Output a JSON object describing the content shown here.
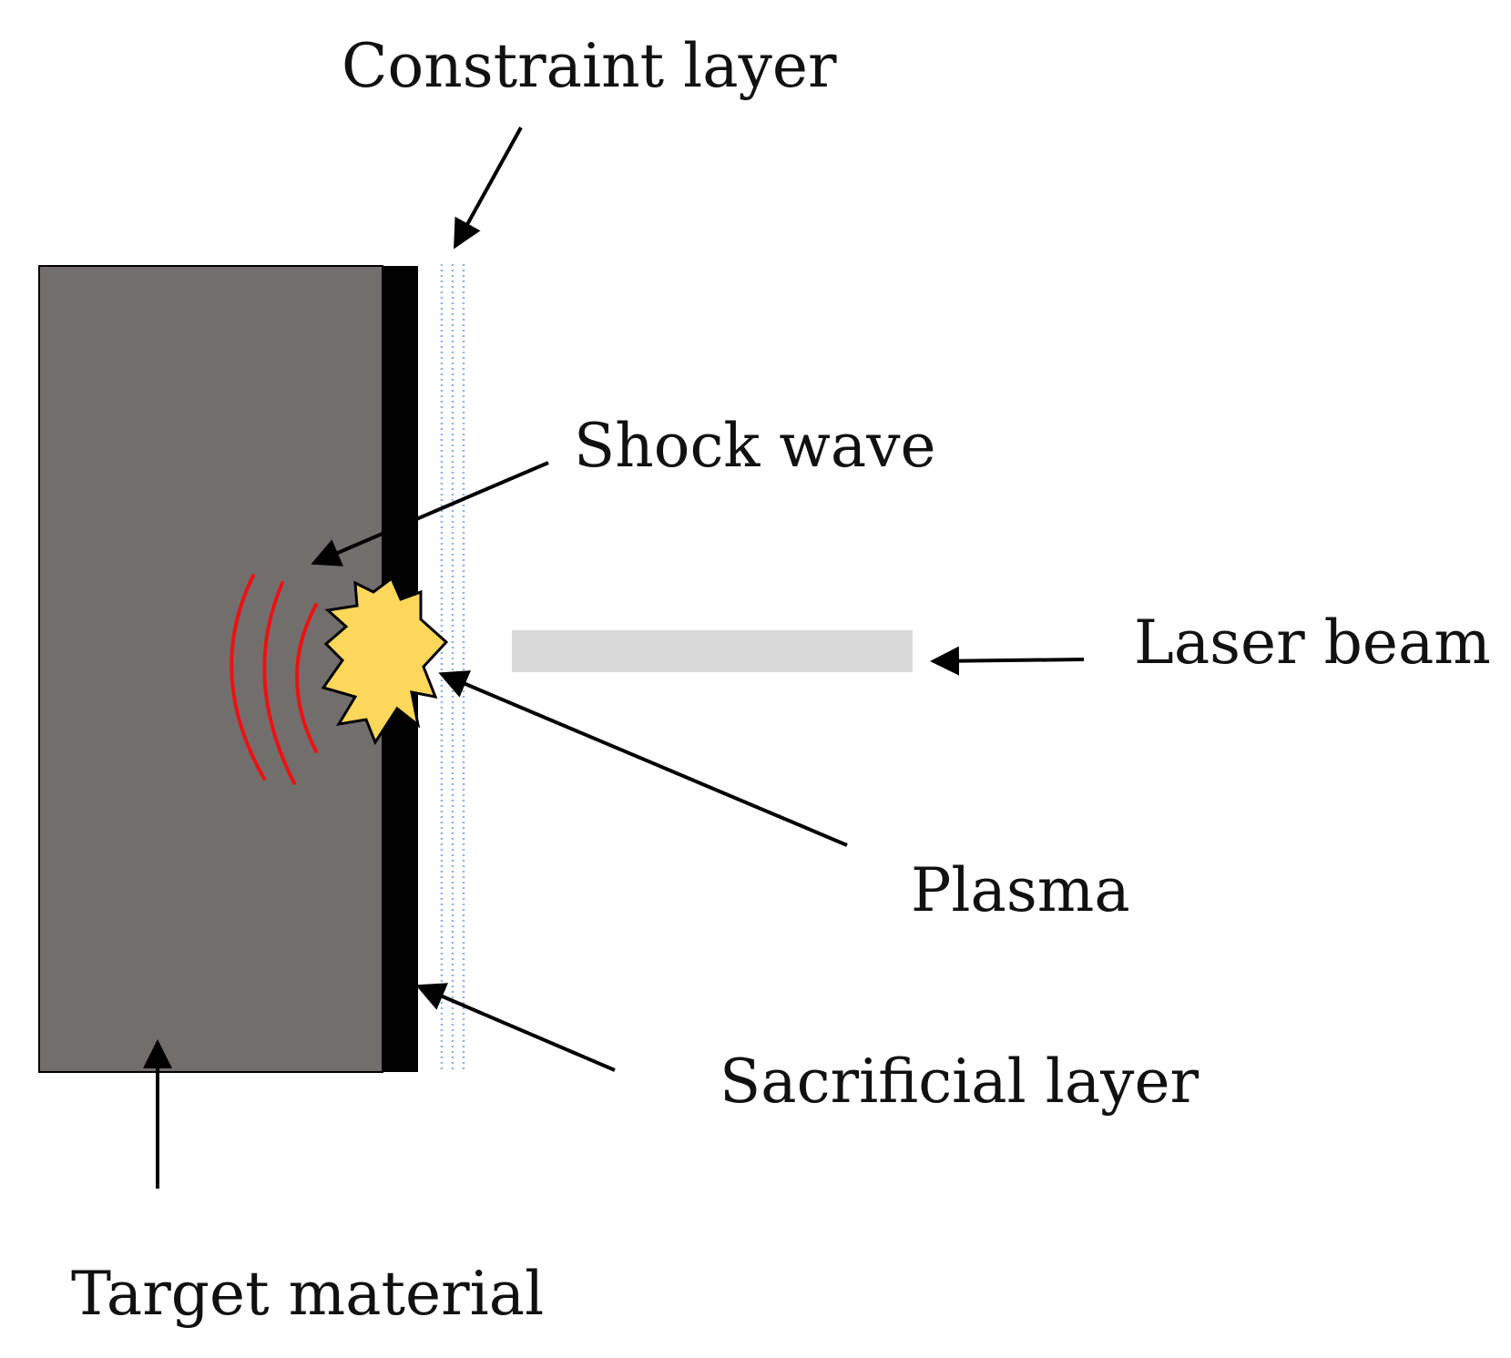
{
  "labels": {
    "constraint_layer": "Constraint layer",
    "shock_wave": "Shock wave",
    "laser_beam": "Laser beam",
    "plasma": "Plasma",
    "sacrificial_layer": "Sacrificial layer",
    "target_material": "Target material"
  },
  "colors": {
    "target_material": "#736e6e",
    "sacrificial_layer": "#000000",
    "constraint_layer_dots": "#8fb4ea",
    "laser_beam": "#d9d9d9",
    "plasma_fill": "#ffd75a",
    "shock_wave": "#ee1111",
    "arrows": "#000000"
  }
}
